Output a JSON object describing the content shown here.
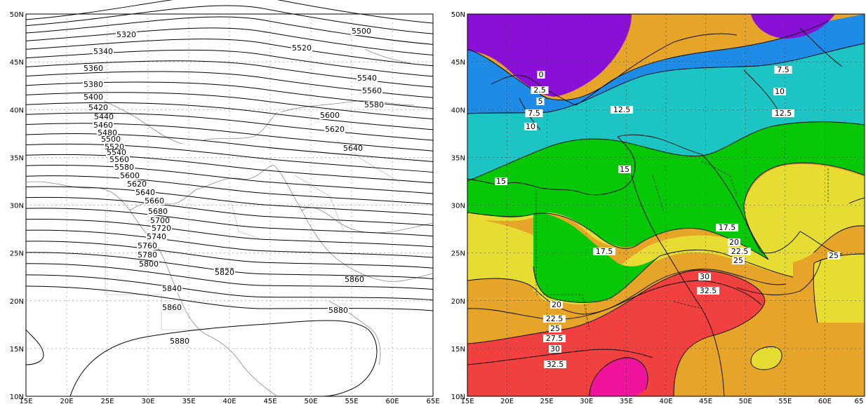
{
  "left_panel": {
    "lat_ticks": [
      "10N",
      "15N",
      "20N",
      "25N",
      "30N",
      "35N",
      "40N",
      "45N",
      "50N"
    ],
    "lon_ticks": [
      "15E",
      "20E",
      "25E",
      "30E",
      "35E",
      "40E",
      "45E",
      "50E",
      "55E",
      "60E",
      "65E"
    ],
    "contour_levels": [
      "5320",
      "5340",
      "5360",
      "5380",
      "5400",
      "5420",
      "5440",
      "5460",
      "5480",
      "5500",
      "5520",
      "5540",
      "5560",
      "5580",
      "5600",
      "5620",
      "5640",
      "5660",
      "5680",
      "5700",
      "5720",
      "5740",
      "5760",
      "5780",
      "5800",
      "5820",
      "5840",
      "5860",
      "5880"
    ],
    "right_labels": [
      "5500",
      "5520",
      "5540",
      "5560",
      "5580",
      "5600",
      "5620",
      "5640",
      "5820",
      "5860",
      "5880"
    ],
    "center_label": "5880"
  },
  "right_panel": {
    "lat_ticks": [
      "10N",
      "15N",
      "20N",
      "25N",
      "30N",
      "35N",
      "40N",
      "45N",
      "50N"
    ],
    "lon_ticks": [
      "15E",
      "20E",
      "25E",
      "30E",
      "35E",
      "40E",
      "45E",
      "50E",
      "55E",
      "60E",
      "65"
    ],
    "labels": [
      "0",
      "2.5",
      "5",
      "7.5",
      "10",
      "12.5",
      "7.5",
      "10",
      "12.5",
      "15",
      "15",
      "17.5",
      "17.5",
      "20",
      "22.5",
      "25",
      "25",
      "30",
      "32.5",
      "20",
      "22.5",
      "25",
      "27.5",
      "30",
      "32.5"
    ],
    "colors": {
      "purple": "#8a10d8",
      "blue": "#1e8ce6",
      "cyan": "#1cc4c4",
      "green": "#06c806",
      "yellow": "#e6dc32",
      "orange": "#e6a428",
      "red": "#f04040",
      "magenta": "#f0149c"
    }
  }
}
